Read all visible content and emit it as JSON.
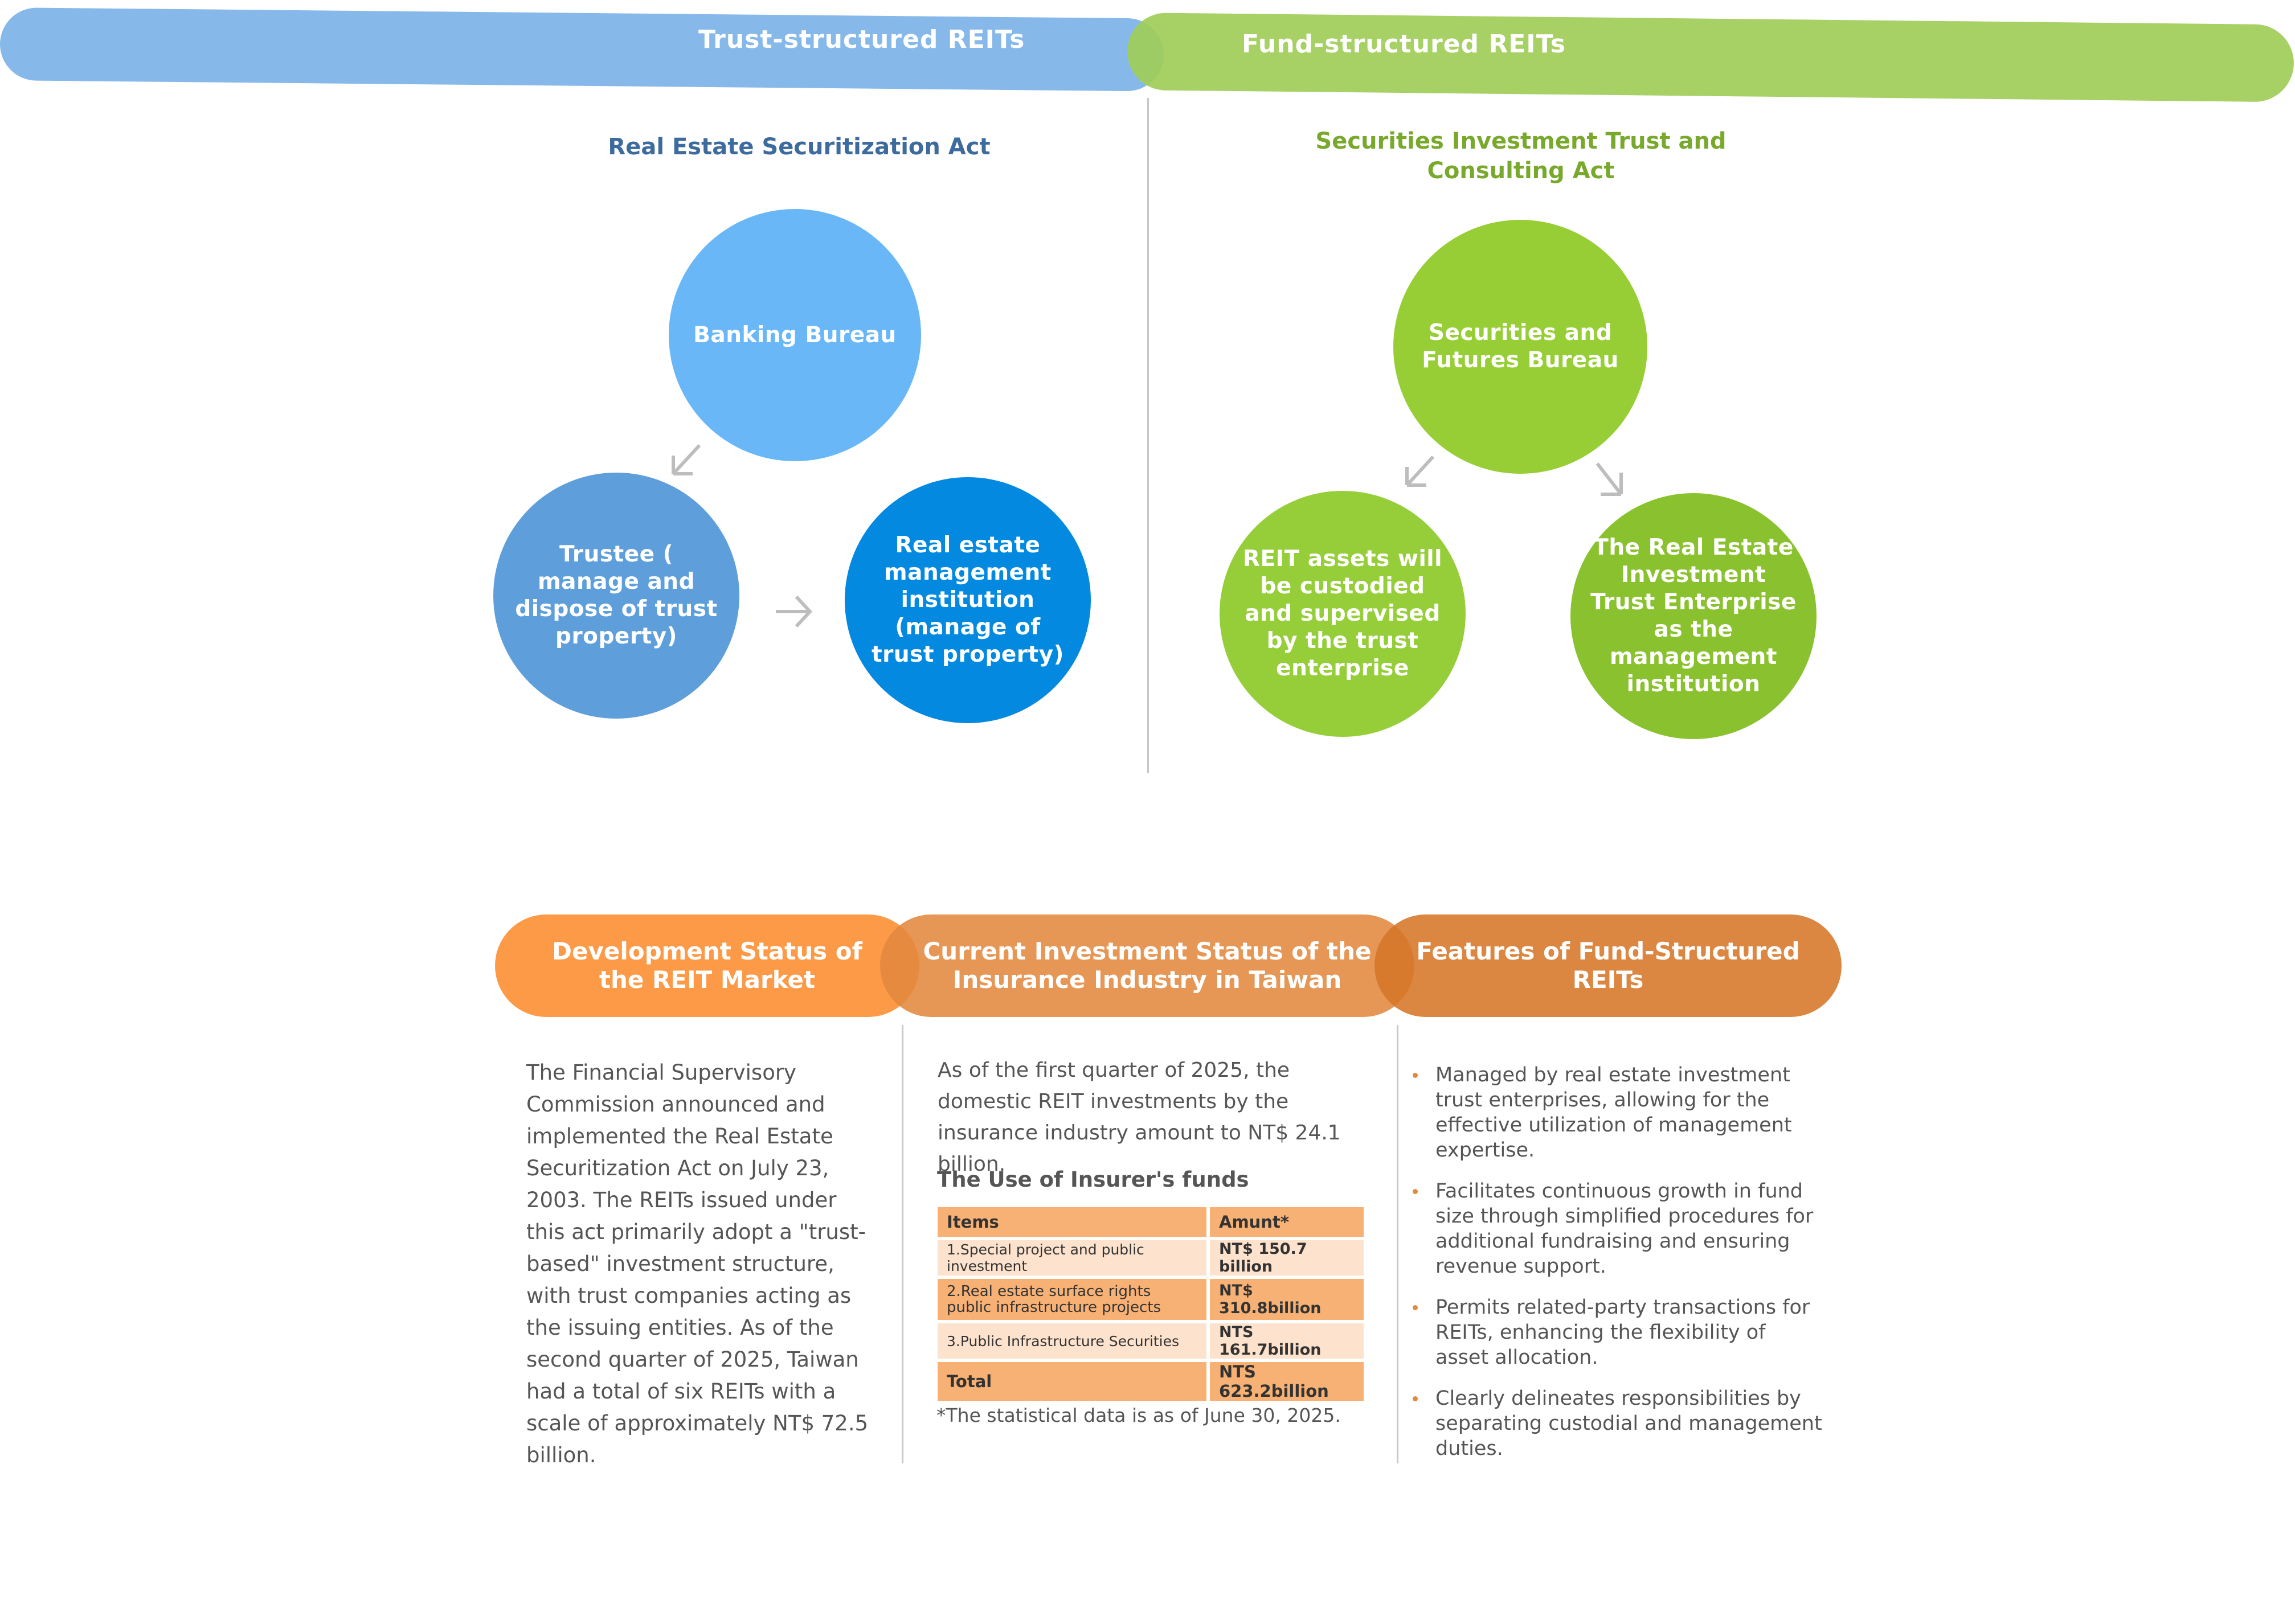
{
  "header": {
    "trust_label": "Trust-structured REITs",
    "fund_label": "Fund-structured REITs"
  },
  "colors": {
    "trust_bar": "#86b9ea",
    "fund_bar": "#a0cc58",
    "trust_title": "#3e6b9e",
    "fund_title": "#79a92c",
    "banking_circle": "#6ab7f8",
    "trustee_circle": "#5e9fdb",
    "realestate_circle": "#0389e0",
    "sfb_circle": "#97ce36",
    "reit_assets_circle": "#96ce3a",
    "reit_enterprise_circle": "#8ac22f",
    "orange_1": "#fd9a48",
    "orange_2": "#e99653",
    "orange_3": "#da833a",
    "table_header": "#f7b174",
    "table_row_light": "#fde3cd",
    "bullet": "#e08a3c"
  },
  "trust_section": {
    "title": "Real Estate Securitization Act",
    "circles": [
      {
        "label": "Banking Bureau"
      },
      {
        "label": "Trustee ( manage and dispose of trust property)"
      },
      {
        "label": "Real estate management institution (manage of trust property)"
      }
    ],
    "arrows": [
      "arrow-down-left-icon",
      "arrow-right-icon"
    ]
  },
  "fund_section": {
    "title": "Securities Investment Trust and Consulting Act",
    "circles": [
      {
        "label": "Securities and Futures Bureau"
      },
      {
        "label": "REIT assets will be custodied and supervised by the trust enterprise"
      },
      {
        "label": "The Real Estate Investment Trust Enterprise as the management institution"
      }
    ],
    "arrows": [
      "arrow-down-left-icon",
      "arrow-down-right-icon"
    ]
  },
  "info_tabs": [
    {
      "label": "Development Status of the REIT Market"
    },
    {
      "label": "Current Investment Status of the Insurance Industry in Taiwan"
    },
    {
      "label": "Features of Fund-Structured REITs"
    }
  ],
  "development": {
    "text": "The Financial Supervisory Commission announced and implemented the Real Estate Securitization Act on July 23, 2003. The REITs issued under this act primarily adopt a \"trust-based\" investment structure, with trust companies acting as the issuing entities. As of the second quarter of 2025, Taiwan had a total of six REITs with a scale of approximately NT$ 72.5 billion."
  },
  "investment": {
    "intro": "As of the first quarter of 2025, the domestic REIT investments by the insurance industry amount to NT$ 24.1 billion.",
    "table_title": "The Use of Insurer's funds",
    "headers": [
      "Items",
      "Amunt*"
    ],
    "rows": [
      [
        "1.Special project and public investment",
        "NT$ 150.7 billion"
      ],
      [
        "2.Real estate surface rights public infrastructure projects",
        "NT$ 310.8billion"
      ],
      [
        "3.Public Infrastructure Securities",
        "NTS 161.7billion"
      ]
    ],
    "total": [
      "Total",
      "NTS 623.2billion"
    ],
    "footnote": "*The statistical data is as of June 30, 2025."
  },
  "features": {
    "bullets": [
      "Managed by real estate investment trust enterprises, allowing for the effective utilization of management expertise.",
      "Facilitates continuous growth in fund size through simplified procedures for additional fundraising and ensuring revenue support.",
      "Permits related-party transactions for REITs, enhancing the flexibility of asset allocation.",
      "Clearly delineates responsibilities by separating custodial and management duties."
    ]
  }
}
